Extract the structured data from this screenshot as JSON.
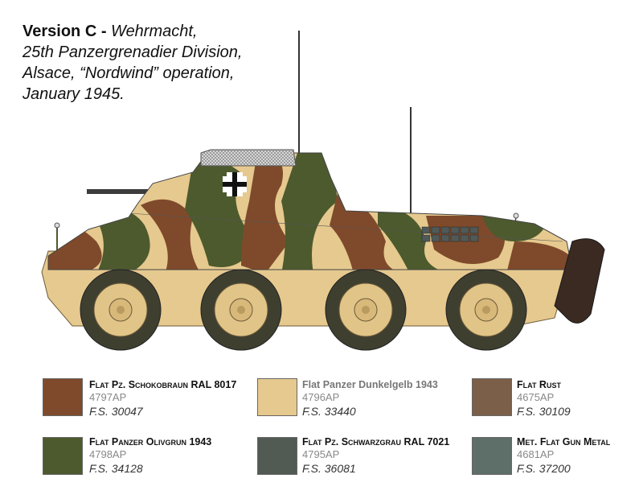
{
  "heading": {
    "version": "Version C",
    "separator": " - ",
    "line1_rest": "Wehrmacht,",
    "line2": "25th Panzergrenadier Division,",
    "line3": "Alsace, “Nordwind” operation,",
    "line4": "January 1945."
  },
  "colors": [
    {
      "name": "Flat Pz. Schokobraun RAL 8017",
      "code": "4797AP",
      "fs": "F.S. 30047",
      "hex": "#7f4a2b"
    },
    {
      "name": "Flat Panzer Dunkelgelb 1943",
      "code": "4796AP",
      "fs": "F.S. 33440",
      "hex": "#e6c98e"
    },
    {
      "name": "Flat Rust",
      "code": "4675AP",
      "fs": "F.S. 30109",
      "hex": "#7c5f48"
    },
    {
      "name": "Flat Panzer Olivgrun 1943",
      "code": "4798AP",
      "fs": "F.S. 34128",
      "hex": "#4d5a2e"
    },
    {
      "name": "Flat Pz. Schwarzgrau RAL 7021",
      "code": "4795AP",
      "fs": "F.S. 36081",
      "hex": "#525b53"
    },
    {
      "name": "Met. Flat Gun Metal",
      "code": "4681AP",
      "fs": "F.S. 37200",
      "hex": "#5e6e68"
    }
  ]
}
